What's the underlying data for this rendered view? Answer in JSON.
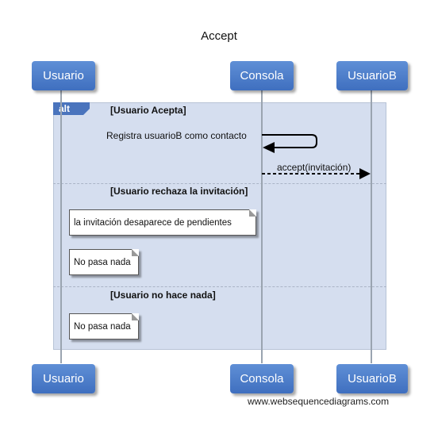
{
  "diagram": {
    "title": "Accept",
    "participants": [
      "Usuario",
      "Consola",
      "UsuarioB"
    ],
    "frame": {
      "operator": "alt",
      "sections": [
        {
          "guard": "[Usuario Acepta]"
        },
        {
          "guard": "[Usuario rechaza la invitación]"
        },
        {
          "guard": "[Usuario no hace nada]"
        }
      ]
    },
    "messages": [
      {
        "from": "Consola",
        "to": "Consola",
        "label": "Registra usuarioB como contacto",
        "style": "solid"
      },
      {
        "from": "Consola",
        "to": "UsuarioB",
        "label": "accept(invitación)",
        "style": "dashed"
      }
    ],
    "notes": [
      {
        "text": "la invitación desaparece de pendientes"
      },
      {
        "text": "No pasa nada"
      },
      {
        "text": "No pasa nada"
      }
    ],
    "footer": "www.websequencediagrams.com"
  }
}
